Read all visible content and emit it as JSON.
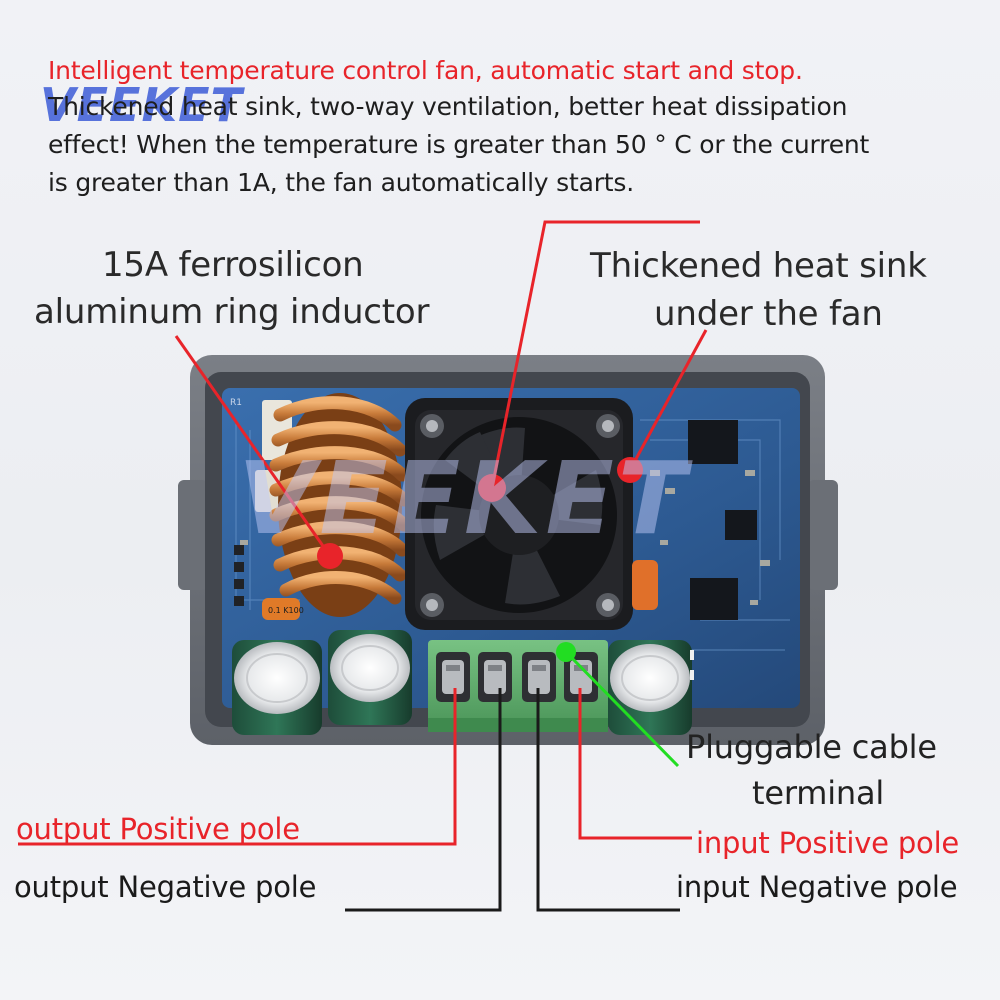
{
  "headline": "Intelligent temperature control fan, automatic start and stop.",
  "description": [
    "Thickened heat sink, two-way ventilation, better heat dissipation",
    "effect! When the temperature is greater than 50 ° C or the current",
    "is greater than 1A, the fan automatically starts."
  ],
  "brand": "VEEKET",
  "callouts": {
    "inductor": [
      "15A ferrosilicon",
      "aluminum ring inductor"
    ],
    "heat_sink": [
      "Thickened heat sink",
      "under the fan"
    ],
    "terminal": [
      "Pluggable cable",
      "terminal"
    ],
    "output_positive": "output Positive pole",
    "output_negative": "output Negative pole",
    "input_positive": "input Positive pole",
    "input_negative": "input Negative pole"
  },
  "board_markings": {
    "resistor": "0.1 K100",
    "silk": "R1"
  },
  "colors": {
    "accent_red": "#e8242a",
    "leader_green": "#22dd22",
    "board_blue": "#2f5f9a",
    "terminal_green": "#5fae6c",
    "brand_blue": "#3456d6"
  }
}
